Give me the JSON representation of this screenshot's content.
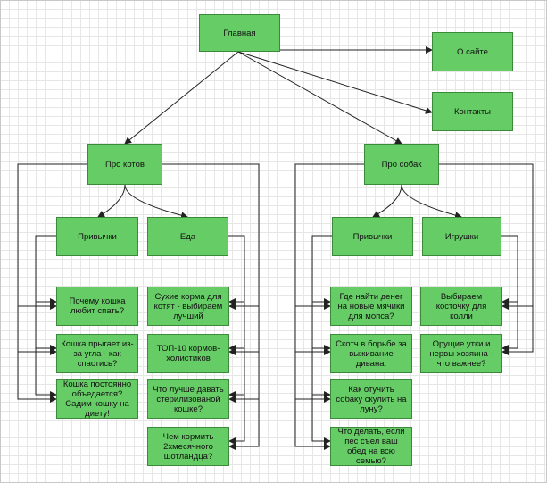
{
  "colors": {
    "node_fill": "#66cc66",
    "node_border": "#3a8a3a",
    "line": "#222222",
    "grid": "#e6e6e6"
  },
  "nodes": {
    "main": "Главная",
    "about": "О сайте",
    "contacts": "Контакты",
    "cats": "Про котов",
    "dogs": "Про собак",
    "cats_habits": "Привычки",
    "cats_food": "Еда",
    "dogs_habits": "Привычки",
    "dogs_toys": "Игрушки",
    "ch1": "Почему кошка любит спать?",
    "ch2": "Кошка прыгает из-за угла - как спастись?",
    "ch3": "Кошка постоянно объедается? Садим кошку на диету!",
    "cf1": "Сухие корма для котят - выбираем лучший",
    "cf2": "ТОП-10 кормов-холистиков",
    "cf3": "Что лучше давать стерилизованой кошке?",
    "cf4": "Чем кормить 2хмесячного шотландца?",
    "dh1": "Где найти денег на новые мячики для мопса?",
    "dh2": "Скотч в борьбе за выживание дивана.",
    "dh3": "Как отучить собаку скулить на луну?",
    "dh4": "Что делать, если пес съел ваш обед на всю семью?",
    "dt1": "Выбираем косточку для колли",
    "dt2": "Орущие утки и нервы хозяина - что важнее?"
  }
}
